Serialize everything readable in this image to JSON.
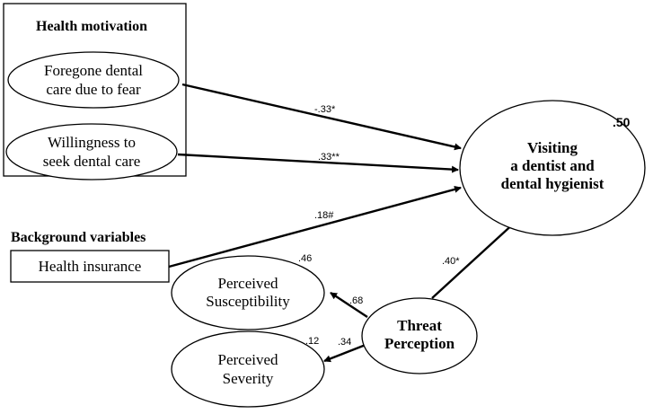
{
  "groups": {
    "health_motivation": "Health motivation",
    "background_variables": "Background variables"
  },
  "nodes": {
    "foregone_care": [
      "Foregone dental",
      "care due to fear"
    ],
    "willingness": [
      "Willingness to",
      "seek dental care"
    ],
    "health_insurance": [
      "Health insurance"
    ],
    "visiting": [
      "Visiting",
      "a dentist and",
      "dental hygienist"
    ],
    "susceptibility": [
      "Perceived",
      "Susceptibility"
    ],
    "severity": [
      "Perceived",
      "Severity"
    ],
    "threat": [
      "Threat",
      "Perception"
    ]
  },
  "r_squared": {
    "visiting": ".50",
    "susceptibility": ".46",
    "severity": ".12"
  },
  "paths": {
    "foregone_to_visiting": "-.33*",
    "willingness_to_visiting": ".33**",
    "insurance_to_visiting": ".18#",
    "threat_to_visiting": ".40*",
    "threat_to_susceptibility": ".68",
    "threat_to_severity": ".34"
  },
  "colors": {
    "stroke": "#000000",
    "background": "#ffffff"
  }
}
